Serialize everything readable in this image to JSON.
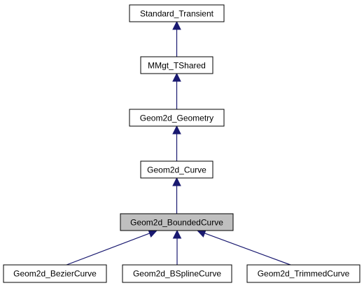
{
  "diagram": {
    "colors": {
      "node_fill": "#ffffff",
      "highlight_fill": "#bfbfbf",
      "node_border": "#000000",
      "edge": "#191970"
    },
    "nodes": [
      {
        "id": "standard-transient",
        "label": "Standard_Transient",
        "highlighted": false
      },
      {
        "id": "mmgt-tshared",
        "label": "MMgt_TShared",
        "highlighted": false
      },
      {
        "id": "geom2d-geometry",
        "label": "Geom2d_Geometry",
        "highlighted": false
      },
      {
        "id": "geom2d-curve",
        "label": "Geom2d_Curve",
        "highlighted": false
      },
      {
        "id": "geom2d-boundedcurve",
        "label": "Geom2d_BoundedCurve",
        "highlighted": true
      },
      {
        "id": "geom2d-beziercurve",
        "label": "Geom2d_BezierCurve",
        "highlighted": false
      },
      {
        "id": "geom2d-bsplinecurve",
        "label": "Geom2d_BSplineCurve",
        "highlighted": false
      },
      {
        "id": "geom2d-trimmedcurve",
        "label": "Geom2d_TrimmedCurve",
        "highlighted": false
      }
    ],
    "edges": [
      {
        "from": "mmgt-tshared",
        "to": "standard-transient"
      },
      {
        "from": "geom2d-geometry",
        "to": "mmgt-tshared"
      },
      {
        "from": "geom2d-curve",
        "to": "geom2d-geometry"
      },
      {
        "from": "geom2d-boundedcurve",
        "to": "geom2d-curve"
      },
      {
        "from": "geom2d-beziercurve",
        "to": "geom2d-boundedcurve"
      },
      {
        "from": "geom2d-bsplinecurve",
        "to": "geom2d-boundedcurve"
      },
      {
        "from": "geom2d-trimmedcurve",
        "to": "geom2d-boundedcurve"
      }
    ]
  }
}
